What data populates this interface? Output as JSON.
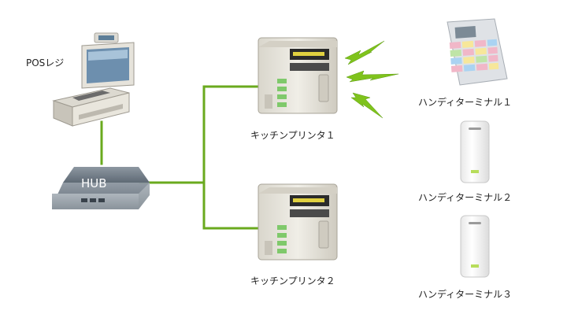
{
  "labels": {
    "pos": "POSレジ",
    "hub": "HUB",
    "kitchen_printer_1": "キッチンプリンタ１",
    "kitchen_printer_2": "キッチンプリンタ２",
    "handy_terminal_1": "ハンディターミナル１",
    "handy_terminal_2": "ハンディターミナル２",
    "handy_terminal_3": "ハンディターミナル３"
  },
  "icons": {
    "pos": "pos-register-icon",
    "hub": "network-hub-icon",
    "printer": "kitchen-printer-icon",
    "handy": "handy-terminal-icon",
    "wireless": "lightning-bolt-icon"
  },
  "colors": {
    "cable": "#6aaa1e",
    "bolt": "#7fc31c",
    "hub_body": "#6f7a85",
    "device_body": "#e9e6dd"
  }
}
